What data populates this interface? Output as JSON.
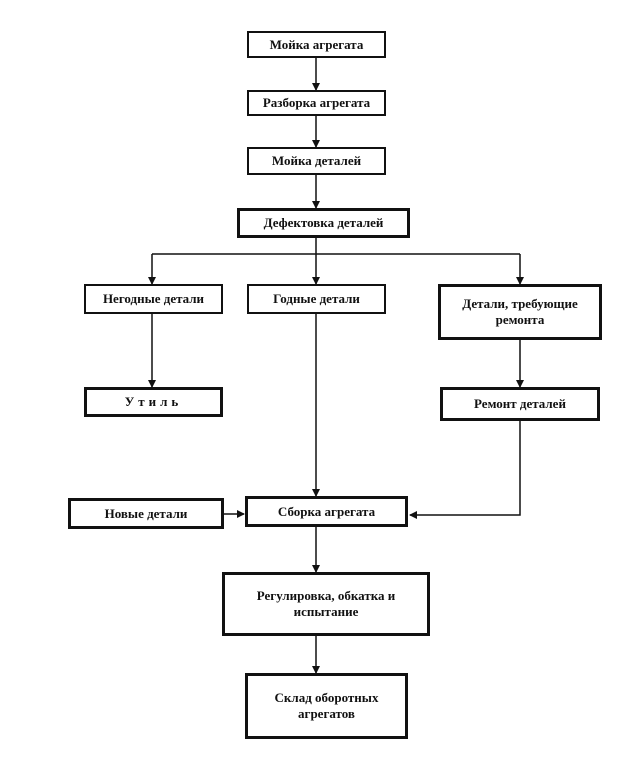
{
  "steps": {
    "wash_unit": "Мойка агрегата",
    "disassembly": "Разборка агрегата",
    "wash_parts": "Мойка деталей",
    "defect": "Дефектовка деталей",
    "unfit": "Негодные детали",
    "fit": "Годные детали",
    "need_repair": "Детали, требующие\nремонта",
    "scrap": "Утиль",
    "repair": "Ремонт деталей",
    "new_parts": "Новые детали",
    "assembly": "Сборка агрегата",
    "adjust": "Регулировка, обкатка и\nиспытание",
    "warehouse": "Склад оборотных\nагрегатов"
  }
}
